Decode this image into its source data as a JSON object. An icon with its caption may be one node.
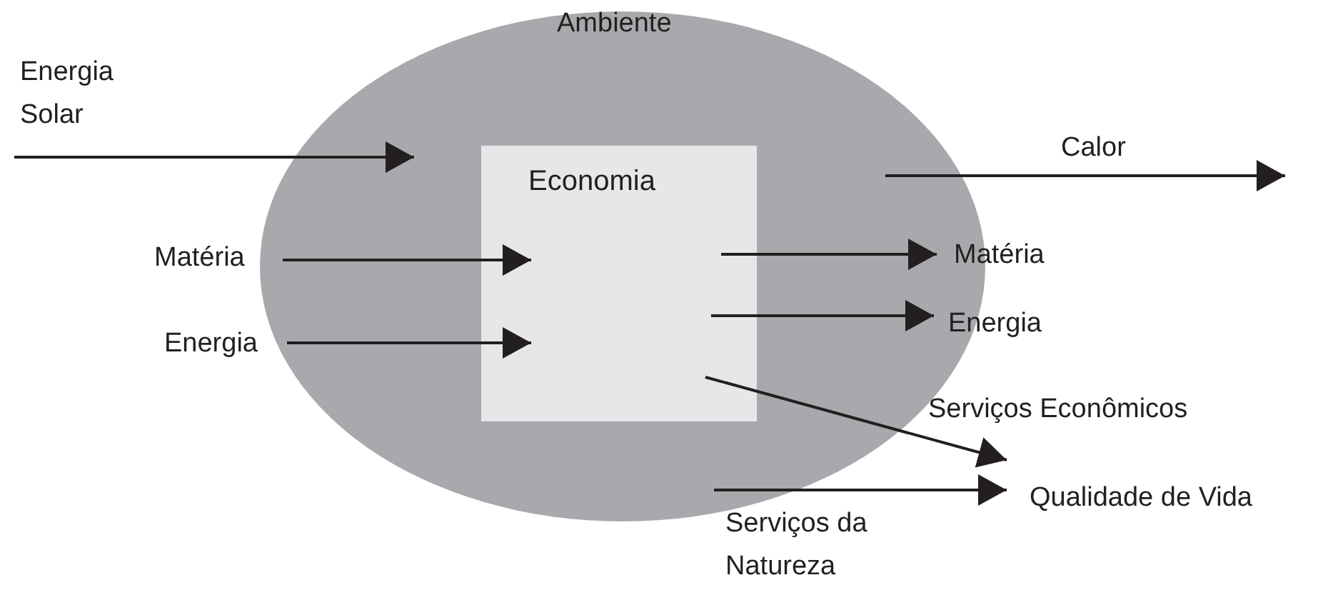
{
  "diagram": {
    "nodes": [
      {
        "text": [
          "Ambiente"
        ]
      },
      {
        "text": [
          "Economia"
        ],
        "in": 0
      },
      {
        "text": [
          "Matéria"
        ]
      },
      {
        "text": [
          "Energia"
        ]
      },
      {
        "text": [
          "Matéria"
        ]
      },
      {
        "text": [
          "Energia"
        ]
      },
      {
        "text": [
          "Qualidade de Vida"
        ]
      }
    ],
    "edges": [
      {
        "from": null,
        "to": 0,
        "arrow": "to",
        "label": "Energia Solar"
      },
      {
        "from": 2,
        "to": 1,
        "arrow": "to"
      },
      {
        "from": 3,
        "to": 1,
        "arrow": "to"
      },
      {
        "from": 0,
        "to": null,
        "arrow": "to",
        "label": "Calor"
      },
      {
        "from": 1,
        "to": 4,
        "arrow": "to"
      },
      {
        "from": 1,
        "to": 5,
        "arrow": "to"
      },
      {
        "from": 1,
        "to": 6,
        "arrow": "to",
        "label": "Serviços Econômicos"
      },
      {
        "from": 0,
        "to": 6,
        "arrow": "to",
        "label": "Serviços da Natureza"
      }
    ]
  }
}
